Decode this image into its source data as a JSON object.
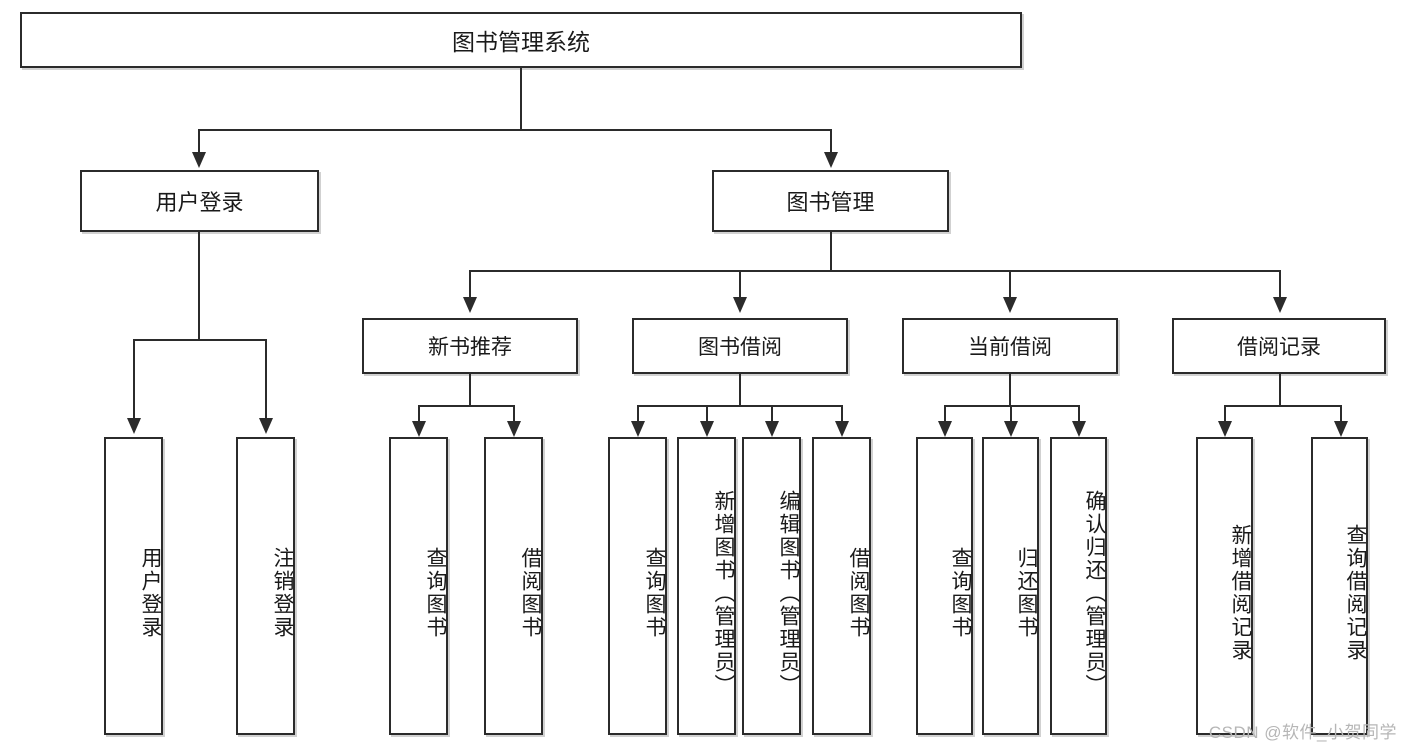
{
  "diagram": {
    "title": "图书管理系统",
    "watermark": "CSDN @软件_小贺同学",
    "colors": {
      "stroke": "#2b2b2b",
      "fill": "#ffffff",
      "text": "#1a1a1a",
      "watermark": "#b6b6b6"
    },
    "root": {
      "label": "图书管理系统"
    },
    "level2": [
      {
        "label": "用户登录"
      },
      {
        "label": "图书管理"
      }
    ],
    "level3": [
      {
        "label": "新书推荐"
      },
      {
        "label": "图书借阅"
      },
      {
        "label": "当前借阅"
      },
      {
        "label": "借阅记录"
      }
    ],
    "leaves": {
      "user_login": [
        {
          "label": "用户登录"
        },
        {
          "label": "注销登录"
        }
      ],
      "new_book": [
        {
          "label": "查询图书"
        },
        {
          "label": "借阅图书"
        }
      ],
      "book_borrow": [
        {
          "label": "查询图书"
        },
        {
          "label": "新增图书（管理员）"
        },
        {
          "label": "编辑图书（管理员）"
        },
        {
          "label": "借阅图书"
        }
      ],
      "current_borrow": [
        {
          "label": "查询图书"
        },
        {
          "label": "归还图书"
        },
        {
          "label": "确认归还（管理员）"
        }
      ],
      "borrow_record": [
        {
          "label": "新增借阅记录"
        },
        {
          "label": "查询借阅记录"
        }
      ]
    }
  }
}
